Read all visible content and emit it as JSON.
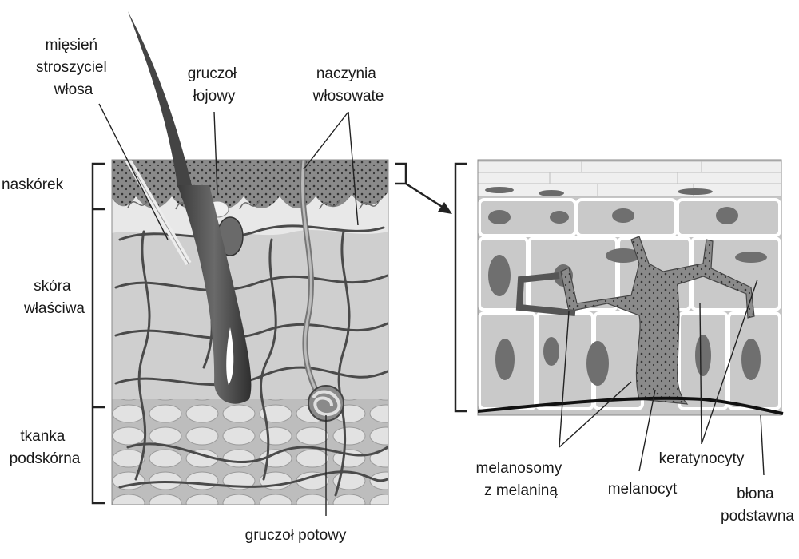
{
  "labels": {
    "arrector_pili": [
      "mięsień",
      "stroszyciel",
      "włosa"
    ],
    "sebaceous_gland": [
      "gruczoł",
      "łojowy"
    ],
    "capillaries": [
      "naczynia",
      "włosowate"
    ],
    "epidermis": [
      "naskórek"
    ],
    "dermis": [
      "skóra",
      "właściwa"
    ],
    "hypodermis": [
      "tkanka",
      "podskórna"
    ],
    "sweat_gland": [
      "gruczoł potowy"
    ],
    "melanosomes": [
      "melanosomy",
      "z melaniną"
    ],
    "melanocyte": [
      "melanocyt"
    ],
    "keratinocytes": [
      "keratynocyty"
    ],
    "basement_membrane": [
      "błona",
      "podstawna"
    ]
  }
}
